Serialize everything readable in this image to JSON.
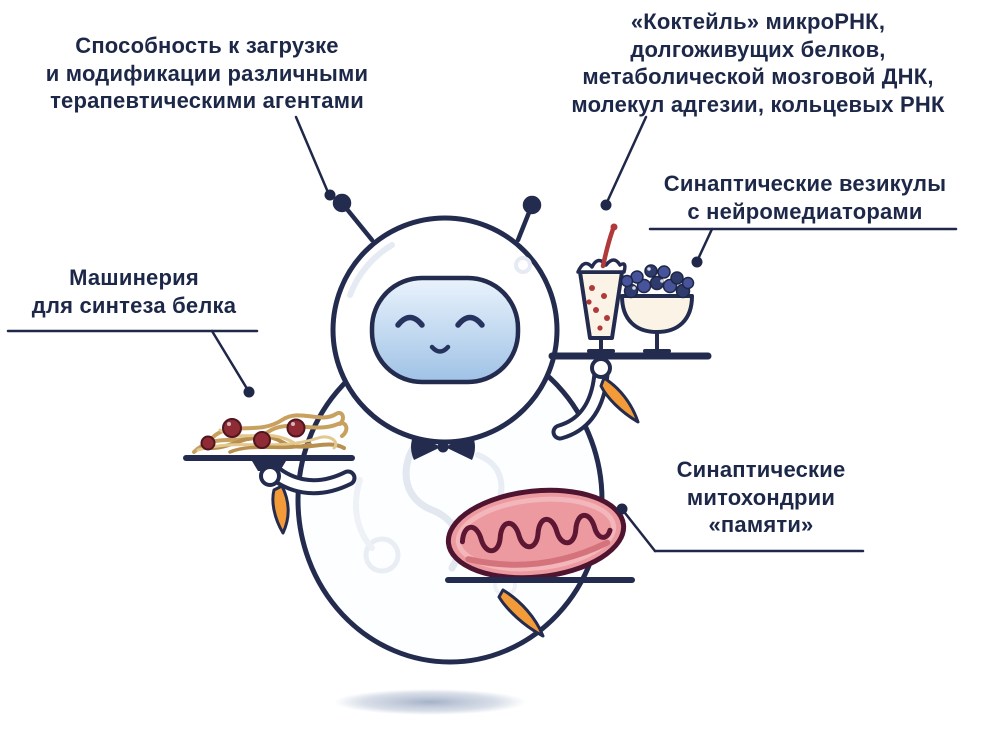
{
  "callouts": {
    "therapeutic": {
      "lines": [
        "Способность к загрузке",
        "и модификации различными",
        "терапевтическими агентами"
      ]
    },
    "cocktail": {
      "lines": [
        "«Коктейль» микроРНК,",
        "долгоживущих белков,",
        "метаболической мозговой ДНК,",
        "молекул адгезии, кольцевых РНК"
      ]
    },
    "vesicles": {
      "lines": [
        "Синаптические везикулы",
        "с нейромедиаторами"
      ]
    },
    "machinery": {
      "lines": [
        "Машинерия",
        "для синтеза белка"
      ]
    },
    "mitochondria": {
      "lines": [
        "Синаптические",
        "митохондрии",
        "«памяти»"
      ]
    }
  },
  "illustration": {
    "figure": "robot-exosome-character-holding-trays",
    "icons": [
      "cocktail-glass-icon",
      "vesicle-bowl-icon",
      "spaghetti-plate-icon",
      "mitochondria-icon"
    ]
  },
  "colors": {
    "text_navy": "#1d2849",
    "outline_navy": "#232c4e",
    "accent_orange": "#f29b38",
    "face_blue": "#a6c8ea",
    "mitochondria_pink": "#ec9aa0",
    "vesicle_blue": "#3b4a85",
    "meatball_red": "#8e2b34",
    "noodle_tan": "#c8a15f",
    "straw_red": "#b03a3a"
  }
}
